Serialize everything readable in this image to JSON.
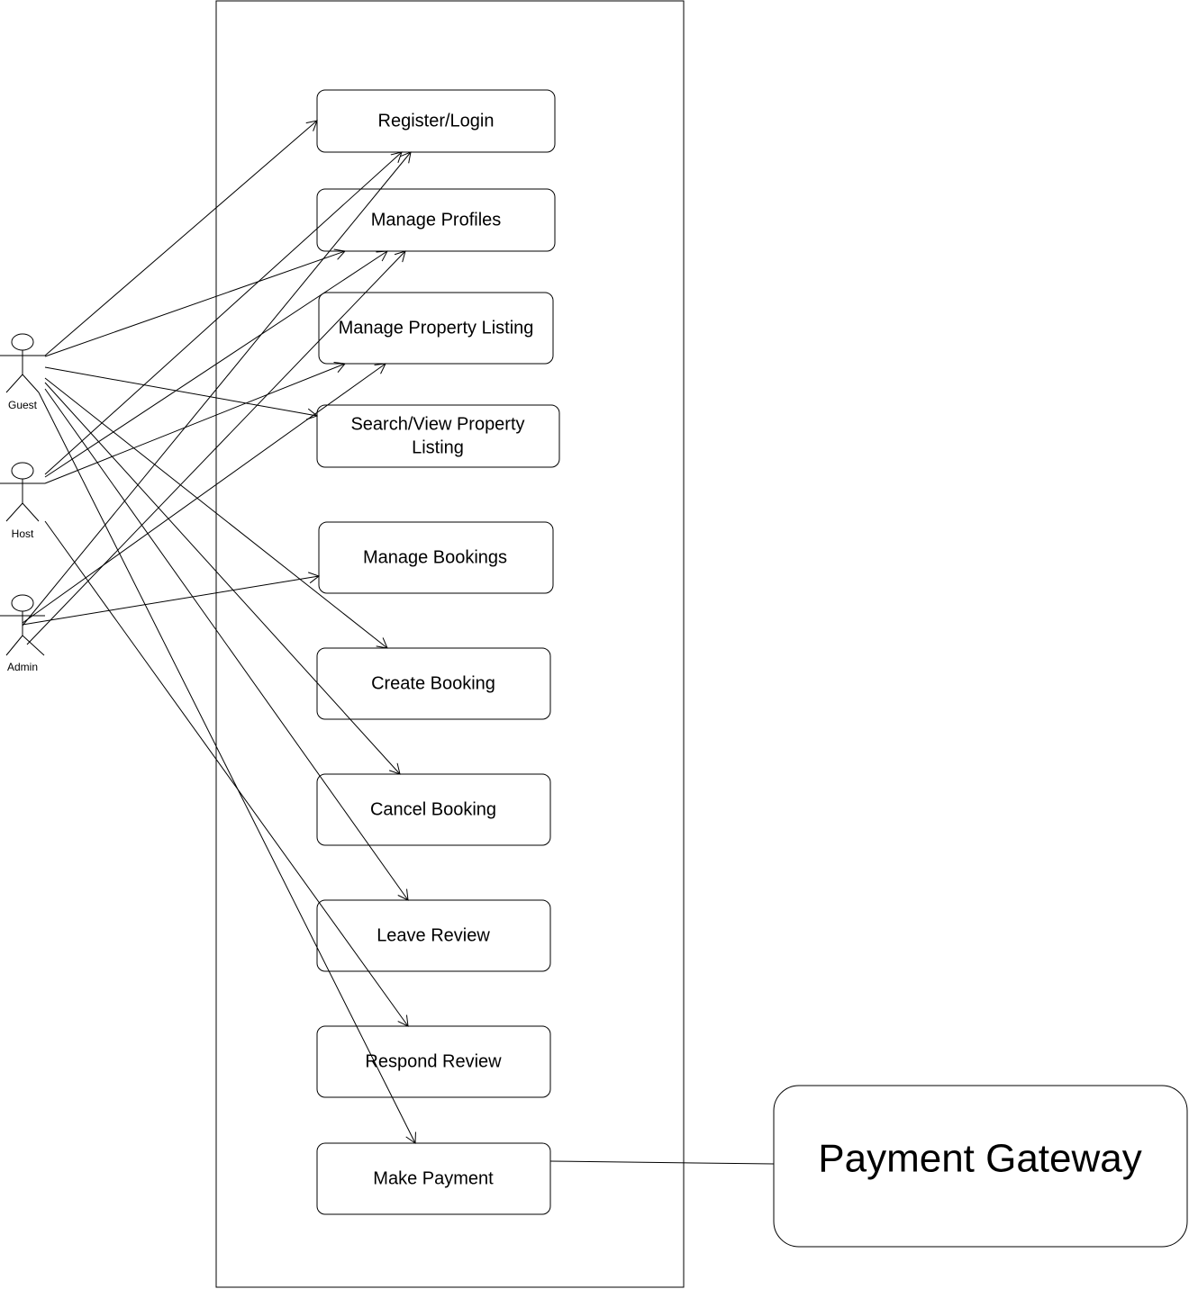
{
  "diagram": {
    "actors": {
      "guest": "Guest",
      "host": "Host",
      "admin": "Admin"
    },
    "use_cases": {
      "register_login": "Register/Login",
      "manage_profiles": "Manage Profiles",
      "manage_property_listing": "Manage Property Listing",
      "search_view_line1": "Search/View Property",
      "search_view_line2": "Listing",
      "manage_bookings": "Manage Bookings",
      "create_booking": "Create Booking",
      "cancel_booking": "Cancel Booking",
      "leave_review": "Leave Review",
      "respond_review": "Respond Review",
      "make_payment": "Make Payment"
    },
    "external_system": "Payment Gateway"
  }
}
